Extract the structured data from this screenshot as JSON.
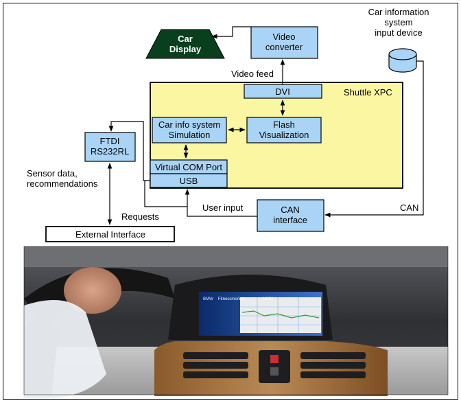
{
  "diagram": {
    "car_display": "Car\nDisplay",
    "video_converter": "Video\nconverter",
    "video_feed": "Video feed",
    "car_info_input_device": "Car information\nsystem\ninput device",
    "shuttle_xpc": "Shuttle XPC",
    "dvi": "DVI",
    "flash_visualization": "Flash\nVisualization",
    "car_info_simulation": "Car info system\nSimulation",
    "virtual_com_port": "Virtual COM Port",
    "usb": "USB",
    "ftdi": "FTDI\nRS232RL",
    "sensor_data": "Sensor data,\nrecommendations",
    "requests": "Requests",
    "user_input": "User input",
    "can_interface": "CAN\ninterface",
    "can": "CAN",
    "external_interface": "External Interface"
  },
  "photo": {
    "screen_title": "Fitnessmonitor",
    "screen_time": "16:54",
    "screen_brand": "BMW"
  },
  "colors": {
    "box_fill": "#a9d4f5",
    "shuttle_fill": "#fbf6a2",
    "display_fill": "#0a3f1e"
  }
}
